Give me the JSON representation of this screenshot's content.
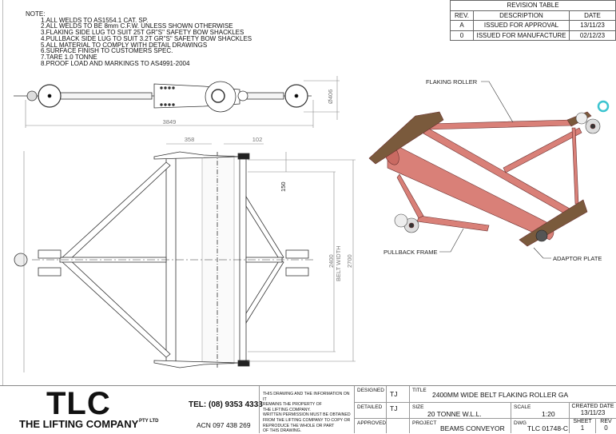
{
  "notes": {
    "heading": "NOTE:",
    "items": [
      "1.ALL WELDS TO AS1554.1 CAT. SP.",
      "2.ALL WELDS TO BE 8mm C.F.W. UNLESS SHOWN OTHERWISE",
      "3.FLAKING SIDE LUG TO SUIT 25T GR\"S\" SAFETY BOW SHACKLES",
      "4.PULLBACK SIDE LUG TO SUIT 3.2T GR\"S\" SAFETY BOW SHACKLES",
      "5.ALL MATERIAL TO COMPLY WITH DETAIL DRAWINGS",
      "6.SURFACE FINISH TO CUSTOMERS SPEC.",
      "7.TARE 1.0 TONNE",
      "8.PROOF LOAD AND MARKINGS TO AS4991-2004"
    ]
  },
  "revision_table": {
    "title": "REVISION TABLE",
    "headers": [
      "REV.",
      "DESCRIPTION",
      "DATE"
    ],
    "rows": [
      [
        "A",
        "ISSUED FOR APPROVAL",
        "13/11/23"
      ],
      [
        "0",
        "ISSUED FOR MANUFACTURE",
        "02/12/23"
      ]
    ]
  },
  "dimensions": {
    "overall_length": "3849",
    "diameter": "Ø406",
    "d358": "358",
    "d102": "102",
    "d150": "150",
    "belt_width": "2400",
    "belt_width_label": "BELT WIDTH",
    "overall_width": "2700"
  },
  "callouts": {
    "flaking_roller": "FLAKING ROLLER",
    "pullback_frame": "PULLBACK FRAME",
    "adaptor_plate": "ADAPTOR PLATE"
  },
  "colors": {
    "frame": "#d98078",
    "plate": "#7a5a3c",
    "shackle": "#3cc4d0"
  },
  "title_block": {
    "logo": "TLC",
    "company": "THE LIFTING COMPANY",
    "company_suffix": "PTY LTD",
    "tel": "TEL: (08) 9353 4333",
    "acn": "ACN 097 438 269",
    "disclaimer": [
      "THIS DRAWING AND THE INFORMATION ON IT",
      "REMAINS THE PROPERTY OF",
      "THE LIFTING COMPANY.",
      "WRITTEN PERMISSION MUST BE OBTAINED",
      "FROM THE LIFTING COMPANY TO COPY OR",
      "REPRODUCE THE WHOLE OR PART",
      "OF THIS DRAWING."
    ],
    "designed_label": "DESIGNED",
    "designed": "TJ",
    "detailed_label": "DETAILED",
    "detailed": "TJ",
    "approved_label": "APPROVED",
    "title_label": "TITLE",
    "title": "2400MM WIDE BELT FLAKING ROLLER GA",
    "size_label": "SIZE",
    "size": "20 TONNE W.L.L.",
    "scale_label": "SCALE",
    "scale": "1:20",
    "created_label": "CREATED DATE",
    "created": "13/11/23",
    "project_label": "PROJECT",
    "project": "BEAMS CONVEYOR",
    "dwg_label": "DWG",
    "dwg": "TLC 01748-C",
    "sheet_label": "SHEET",
    "sheet": "1",
    "rev_label": "REV",
    "rev": "0"
  }
}
